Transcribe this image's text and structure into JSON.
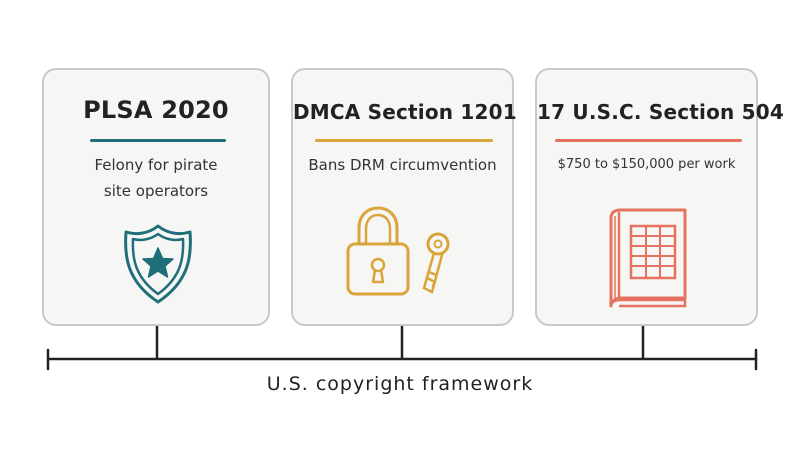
{
  "cards": [
    {
      "title": "PLSA 2020",
      "description": "Felony for pirate site operators",
      "accent_color": "#1f6f7a",
      "icon": "police-badge-icon"
    },
    {
      "title": "DMCA Section 1201",
      "description": "Bans DRM circumvention",
      "accent_color": "#d9a43a",
      "icon": "padlock-and-key-icon"
    },
    {
      "title": "17 U.S.C. Section 504",
      "description": "$750 to $150,000 per work",
      "accent_color": "#e4735f",
      "icon": "ledger-book-icon"
    }
  ],
  "timeline": {
    "label": "U.S. copyright framework"
  }
}
